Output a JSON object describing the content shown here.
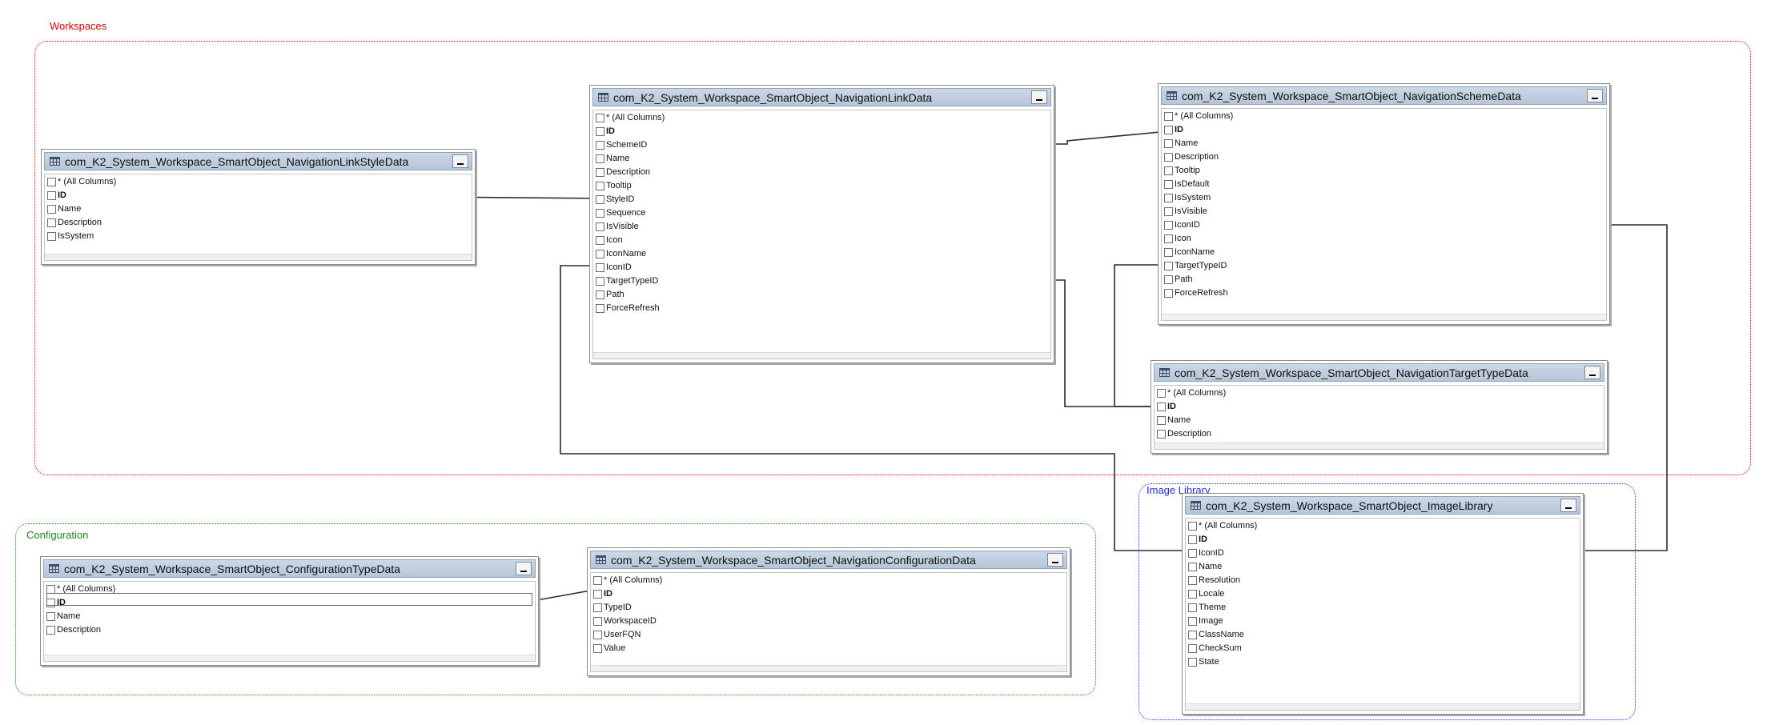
{
  "groups": {
    "workspaces": {
      "label": "Workspaces",
      "color": "#e00000"
    },
    "configuration": {
      "label": "Configuration",
      "color": "#1a8a1a"
    },
    "image_library": {
      "label": "Image Library",
      "color": "#1c2fd6"
    }
  },
  "connector_color": "#2b2b2b",
  "icons": {
    "table": "table-grid-icon",
    "minimize": "minimize-icon",
    "checkbox": "checkbox-icon"
  },
  "tables": {
    "link_style": {
      "title": "com_K2_System_Workspace_SmartObject_NavigationLinkStyleData",
      "columns": [
        "* (All Columns)",
        "ID",
        "Name",
        "Description",
        "IsSystem"
      ]
    },
    "link_data": {
      "title": "com_K2_System_Workspace_SmartObject_NavigationLinkData",
      "columns": [
        "* (All Columns)",
        "ID",
        "SchemeID",
        "Name",
        "Description",
        "Tooltip",
        "StyleID",
        "Sequence",
        "IsVisible",
        "Icon",
        "IconName",
        "IconID",
        "TargetTypeID",
        "Path",
        "ForceRefresh"
      ]
    },
    "scheme_data": {
      "title": "com_K2_System_Workspace_SmartObject_NavigationSchemeData",
      "columns": [
        "* (All Columns)",
        "ID",
        "Name",
        "Description",
        "Tooltip",
        "IsDefault",
        "IsSystem",
        "IsVisible",
        "IconID",
        "Icon",
        "IconName",
        "TargetTypeID",
        "Path",
        "ForceRefresh"
      ]
    },
    "target_type": {
      "title": "com_K2_System_Workspace_SmartObject_NavigationTargetTypeData",
      "columns": [
        "* (All Columns)",
        "ID",
        "Name",
        "Description"
      ]
    },
    "image_library": {
      "title": "com_K2_System_Workspace_SmartObject_ImageLibrary",
      "columns": [
        "* (All Columns)",
        "ID",
        "IconID",
        "Name",
        "Resolution",
        "Locale",
        "Theme",
        "Image",
        "ClassName",
        "CheckSum",
        "State"
      ]
    },
    "config_type": {
      "title": "com_K2_System_Workspace_SmartObject_ConfigurationTypeData",
      "columns": [
        "* (All Columns)",
        "ID",
        "Name",
        "Description"
      ]
    },
    "nav_config": {
      "title": "com_K2_System_Workspace_SmartObject_NavigationConfigurationData",
      "columns": [
        "* (All Columns)",
        "ID",
        "TypeID",
        "WorkspaceID",
        "UserFQN",
        "Value"
      ]
    }
  }
}
